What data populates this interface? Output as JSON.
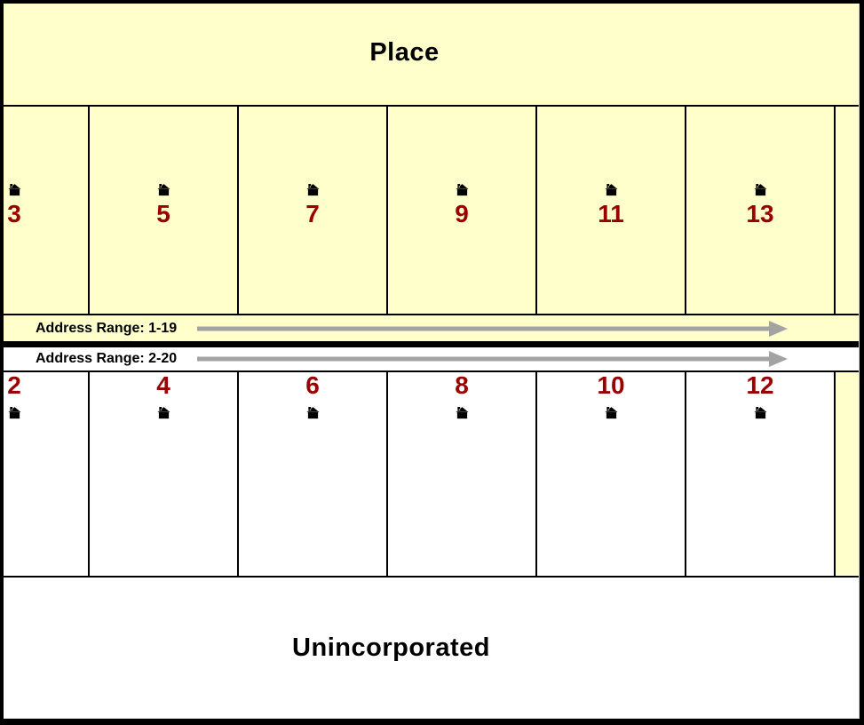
{
  "regions": {
    "place": {
      "label": "Place"
    },
    "unincorporated": {
      "label": "Unincorporated"
    }
  },
  "address_ranges": {
    "odd_side": {
      "label": "Address Range: 1-19"
    },
    "even_side": {
      "label": "Address Range: 2-20"
    }
  },
  "houses": {
    "odd": [
      "3",
      "5",
      "7",
      "9",
      "11",
      "13"
    ],
    "even": [
      "2",
      "4",
      "6",
      "8",
      "10",
      "12"
    ]
  },
  "icons": {
    "house": "house-icon"
  },
  "colors": {
    "place_fill": "#FFFFCC",
    "unincorporated_fill": "#FFFFFF",
    "house_number": "#990000",
    "arrow": "#A3A3A3",
    "street_line": "#000000"
  }
}
